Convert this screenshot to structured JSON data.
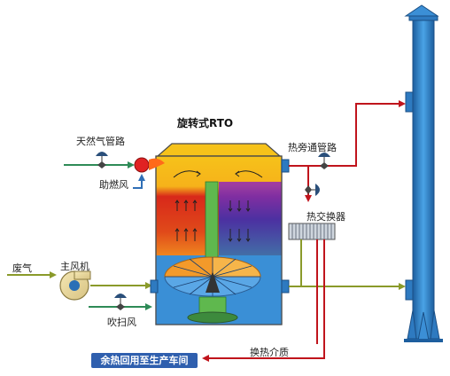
{
  "labels": {
    "title": "旋转式RTO",
    "natural_gas": "天然气管路",
    "combustion_air": "助燃风",
    "exhaust_gas": "废气",
    "main_fan": "主风机",
    "purge_air": "吹扫风",
    "bypass": "热旁通管路",
    "heat_exchanger": "热交换器",
    "heat_medium": "换热介质",
    "waste_heat": "余热回用至生产车间"
  },
  "colors": {
    "pipe_green": "#2e8b57",
    "pipe_red": "#c0141c",
    "pipe_olive": "#8a9a2a",
    "pipe_blue": "#2f6fb6",
    "banner": "#2f5fae",
    "stack": "#2e7ac0"
  }
}
